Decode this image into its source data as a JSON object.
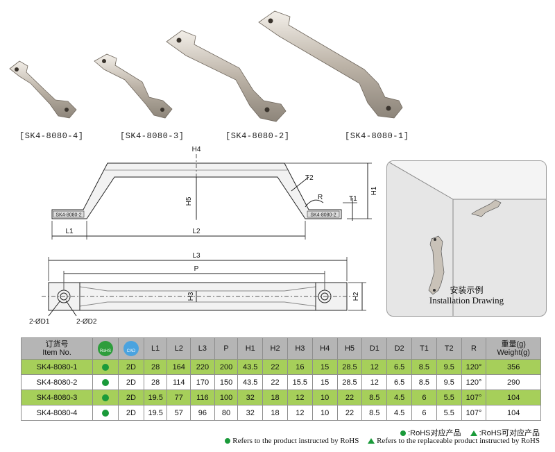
{
  "products": {
    "labels": [
      "[SK4-8080-4]",
      "[SK4-8080-3]",
      "[SK4-8080-2]",
      "[SK4-8080-1]"
    ]
  },
  "drawing": {
    "dims": {
      "H4": "H4",
      "H5": "H5",
      "H1": "H1",
      "T2": "T2",
      "R": "R",
      "T1": "T1",
      "L1": "L1",
      "L2": "L2",
      "L3": "L3",
      "P": "P",
      "H3": "H3",
      "H2": "H2",
      "D1": "2-ØD1",
      "D2": "2-ØD2"
    },
    "engraving_left": "SK4-8080-2",
    "engraving_right": "SK4-8080-2"
  },
  "install": {
    "title_cn": "安装示例",
    "title_en": "Installation Drawing"
  },
  "table": {
    "head_item_cn": "订货号",
    "head_item_en": "Item No.",
    "head_rohs": "RoHS",
    "head_cad": "CAD",
    "head_cols": [
      "L1",
      "L2",
      "L3",
      "P",
      "H1",
      "H2",
      "H3",
      "H4",
      "H5",
      "D1",
      "D2",
      "T1",
      "T2",
      "R"
    ],
    "head_weight_cn": "重量(g)",
    "head_weight_en": "Weight(g)",
    "rows": [
      {
        "item": "SK4-8080-1",
        "cad": "2D",
        "vals": [
          "28",
          "164",
          "220",
          "200",
          "43.5",
          "22",
          "16",
          "15",
          "28.5",
          "12",
          "6.5",
          "8.5",
          "9.5",
          "120°"
        ],
        "weight": "356"
      },
      {
        "item": "SK4-8080-2",
        "cad": "2D",
        "vals": [
          "28",
          "114",
          "170",
          "150",
          "43.5",
          "22",
          "15.5",
          "15",
          "28.5",
          "12",
          "6.5",
          "8.5",
          "9.5",
          "120°"
        ],
        "weight": "290"
      },
      {
        "item": "SK4-8080-3",
        "cad": "2D",
        "vals": [
          "19.5",
          "77",
          "116",
          "100",
          "32",
          "18",
          "12",
          "10",
          "22",
          "8.5",
          "4.5",
          "6",
          "5.5",
          "107°"
        ],
        "weight": "104"
      },
      {
        "item": "SK4-8080-4",
        "cad": "2D",
        "vals": [
          "19.5",
          "57",
          "96",
          "80",
          "32",
          "18",
          "12",
          "10",
          "22",
          "8.5",
          "4.5",
          "6",
          "5.5",
          "107°"
        ],
        "weight": "104"
      }
    ]
  },
  "legend": {
    "cn_dot": ":RoHS对应产品",
    "cn_tri": ":RoHS可对应产品",
    "en_dot": "Refers to the product instructed by RoHS",
    "en_tri": "Refers to the replaceable product instructed by RoHS"
  },
  "colors": {
    "row_green": "#a6cf5a",
    "header_gray": "#b5b5b5",
    "rohs_green": "#1a9a3a",
    "handle_metal": "#c9c2b8"
  }
}
